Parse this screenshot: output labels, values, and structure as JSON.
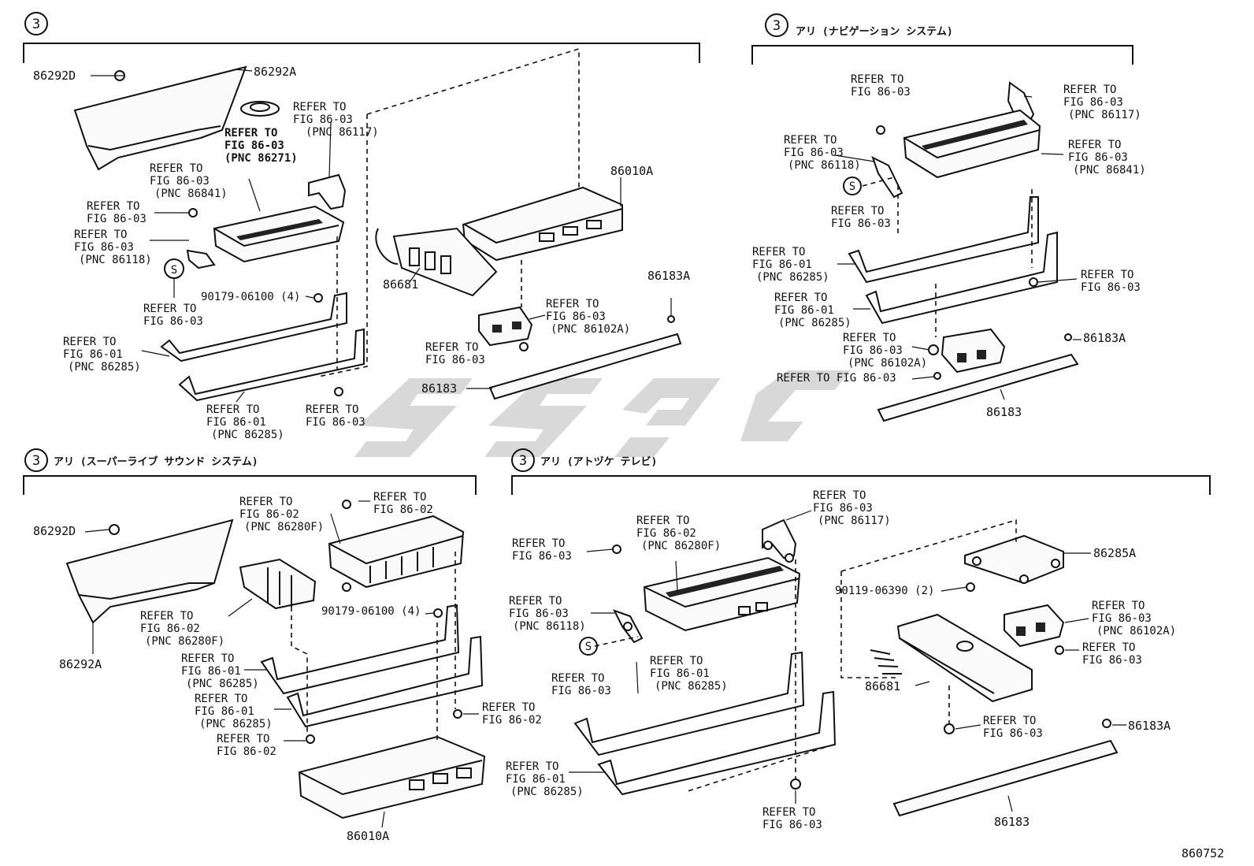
{
  "watermark": "SSGC",
  "diagram_number": "860752",
  "quadrant_marker": "3",
  "sections": {
    "top_left": {
      "labels": {
        "p86292D": "86292D",
        "p86292A": "86292A",
        "ref_86271": [
          "REFER TO",
          "FIG 86-03",
          "(PNC 86271)"
        ],
        "ref_86117": [
          "REFER TO",
          "FIG 86-03",
          "(PNC 86117)"
        ],
        "ref_86841": [
          "REFER TO",
          "FIG 86-03",
          "(PNC 86841)"
        ],
        "ref_nut": [
          "REFER TO",
          "FIG 86-03"
        ],
        "ref_86118": [
          "REFER TO",
          "FIG 86-03",
          "(PNC 86118)"
        ],
        "ref_s": [
          "REFER TO",
          "FIG 86-03"
        ],
        "bolt": "90179-06100 (4)",
        "ref_86285a": [
          "REFER TO",
          "FIG 86-01",
          "(PNC 86285)"
        ],
        "ref_86285b": [
          "REFER TO",
          "FIG 86-01",
          "(PNC 86285)"
        ],
        "ref_bottom": [
          "REFER TO",
          "FIG 86-03"
        ],
        "p86010A": "86010A",
        "p86681": "86681",
        "ref_86102A": [
          "REFER TO",
          "FIG 86-03",
          "(PNC 86102A)"
        ],
        "ref_mid": [
          "REFER TO",
          "FIG 86-03"
        ],
        "p86183A": "86183A",
        "p86183": "86183"
      }
    },
    "top_right": {
      "title": "アリ (ナビゲーション システム)",
      "labels": {
        "ref_top": [
          "REFER TO",
          "FIG 86-03"
        ],
        "ref_86117": [
          "REFER TO",
          "FIG 86-03",
          "(PNC 86117)"
        ],
        "ref_86118": [
          "REFER TO",
          "FIG 86-03",
          "(PNC 86118)"
        ],
        "ref_86841": [
          "REFER TO",
          "FIG 86-03",
          "(PNC 86841)"
        ],
        "ref_s": [
          "REFER TO",
          "FIG 86-03"
        ],
        "ref_86285a": [
          "REFER TO",
          "FIG 86-01",
          "(PNC 86285)"
        ],
        "ref_86285b": [
          "REFER TO",
          "FIG 86-01",
          "(PNC 86285)"
        ],
        "ref_nut": [
          "REFER TO",
          "FIG 86-03"
        ],
        "ref_86102A": [
          "REFER TO",
          "FIG 86-03",
          "(PNC 86102A)"
        ],
        "ref_inline": "REFER TO FIG 86-03",
        "p86183A": "86183A",
        "p86183": "86183"
      }
    },
    "bottom_left": {
      "title": "アリ (スーパーライブ サウンド システム)",
      "labels": {
        "p86292D": "86292D",
        "p86292A": "86292A",
        "ref_86280F_top": [
          "REFER TO",
          "FIG 86-02",
          "(PNC 86280F)"
        ],
        "ref_nut_top": [
          "REFER TO",
          "FIG 86-02"
        ],
        "ref_86280F_left": [
          "REFER TO",
          "FIG 86-02",
          "(PNC 86280F)"
        ],
        "bolt": "90179-06100 (4)",
        "ref_86285a": [
          "REFER TO",
          "FIG 86-01",
          "(PNC 86285)"
        ],
        "ref_86285b": [
          "REFER TO",
          "FIG 86-01",
          "(PNC 86285)"
        ],
        "ref_nut_left": [
          "REFER TO",
          "FIG 86-02"
        ],
        "ref_nut_right": [
          "REFER TO",
          "FIG 86-02"
        ],
        "p86010A": "86010A"
      }
    },
    "bottom_right": {
      "title": "アリ (アトヅケ テレビ)",
      "labels": {
        "ref_86117": [
          "REFER TO",
          "FIG 86-03",
          "(PNC 86117)"
        ],
        "ref_86280F": [
          "REFER TO",
          "FIG 86-02",
          "(PNC 86280F)"
        ],
        "ref_nut": [
          "REFER TO",
          "FIG 86-03"
        ],
        "ref_86118": [
          "REFER TO",
          "FIG 86-03",
          "(PNC 86118)"
        ],
        "ref_s": [
          "REFER TO",
          "FIG 86-03"
        ],
        "ref_86285a": [
          "REFER TO",
          "FIG 86-01",
          "(PNC 86285)"
        ],
        "ref_86285b": [
          "REFER TO",
          "FIG 86-01",
          "(PNC 86285)"
        ],
        "ref_bottom": [
          "REFER TO",
          "FIG 86-03"
        ],
        "p86285A": "86285A",
        "bolt": "90119-06390 (2)",
        "ref_86102A": [
          "REFER TO",
          "FIG 86-03",
          "(PNC 86102A)"
        ],
        "ref_right": [
          "REFER TO",
          "FIG 86-03"
        ],
        "p86681": "86681",
        "ref_low": [
          "REFER TO",
          "FIG 86-03"
        ],
        "p86183A": "86183A",
        "p86183": "86183"
      }
    }
  },
  "symbol_s": "S"
}
